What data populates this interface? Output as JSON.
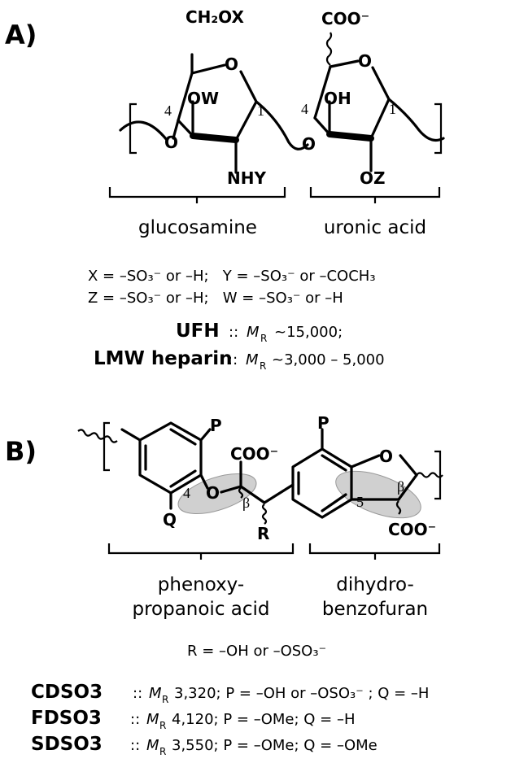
{
  "panel_a": {
    "label": "A)",
    "ring1": {
      "substituent_top": "CH₂OX",
      "ring_oxygen": "O",
      "ow": "OW",
      "nhy": "NHY",
      "linker_o": "O",
      "pos4": "4",
      "pos1": "1"
    },
    "ring2": {
      "substituent_top": "COO⁻",
      "ring_oxygen": "O",
      "oh": "OH",
      "oz": "OZ",
      "pos4": "4",
      "pos1": "1"
    },
    "brace_labels": [
      "glucosamine",
      "uronic acid"
    ],
    "definitions": [
      "X = –SO₃⁻ or –H;   Y = –SO₃⁻ or –COCH₃",
      "Z = –SO₃⁻ or –H;   W = –SO₃⁻ or –H"
    ],
    "compounds": [
      {
        "name": "UFH",
        "mr_label": "M",
        "mr_sub": "R",
        "mr_value": "~15,000;"
      },
      {
        "name": "LMW heparin",
        "mr_label": "M",
        "mr_sub": "R",
        "mr_value": "~3,000 – 5,000"
      }
    ],
    "separator": "::"
  },
  "panel_b": {
    "label": "B)",
    "atoms": {
      "p_left": "P",
      "p_right": "P",
      "q": "Q",
      "r": "R",
      "coo_top": "COO⁻",
      "coo_bottom": "COO⁻",
      "o_ether": "O",
      "o_furan": "O",
      "pos4": "4",
      "pos5": "5",
      "beta1": "β",
      "beta2": "β"
    },
    "brace_labels": [
      [
        "phenoxy-",
        "propanoic acid"
      ],
      [
        "dihydro-",
        "benzofuran"
      ]
    ],
    "r_definition": "R = –OH or –OSO₃⁻",
    "compounds": [
      {
        "name": "CDSO3",
        "mr_label": "M",
        "mr_sub": "R",
        "rest": "3,320; P = –OH or –OSO₃⁻ ; Q = –H"
      },
      {
        "name": "FDSO3",
        "mr_label": "M",
        "mr_sub": "R",
        "rest": "4,120; P = –OMe; Q = –H"
      },
      {
        "name": "SDSO3",
        "mr_label": "M",
        "mr_sub": "R",
        "rest": "3,550; P = –OMe; Q = –OMe"
      }
    ],
    "separator": "::"
  }
}
